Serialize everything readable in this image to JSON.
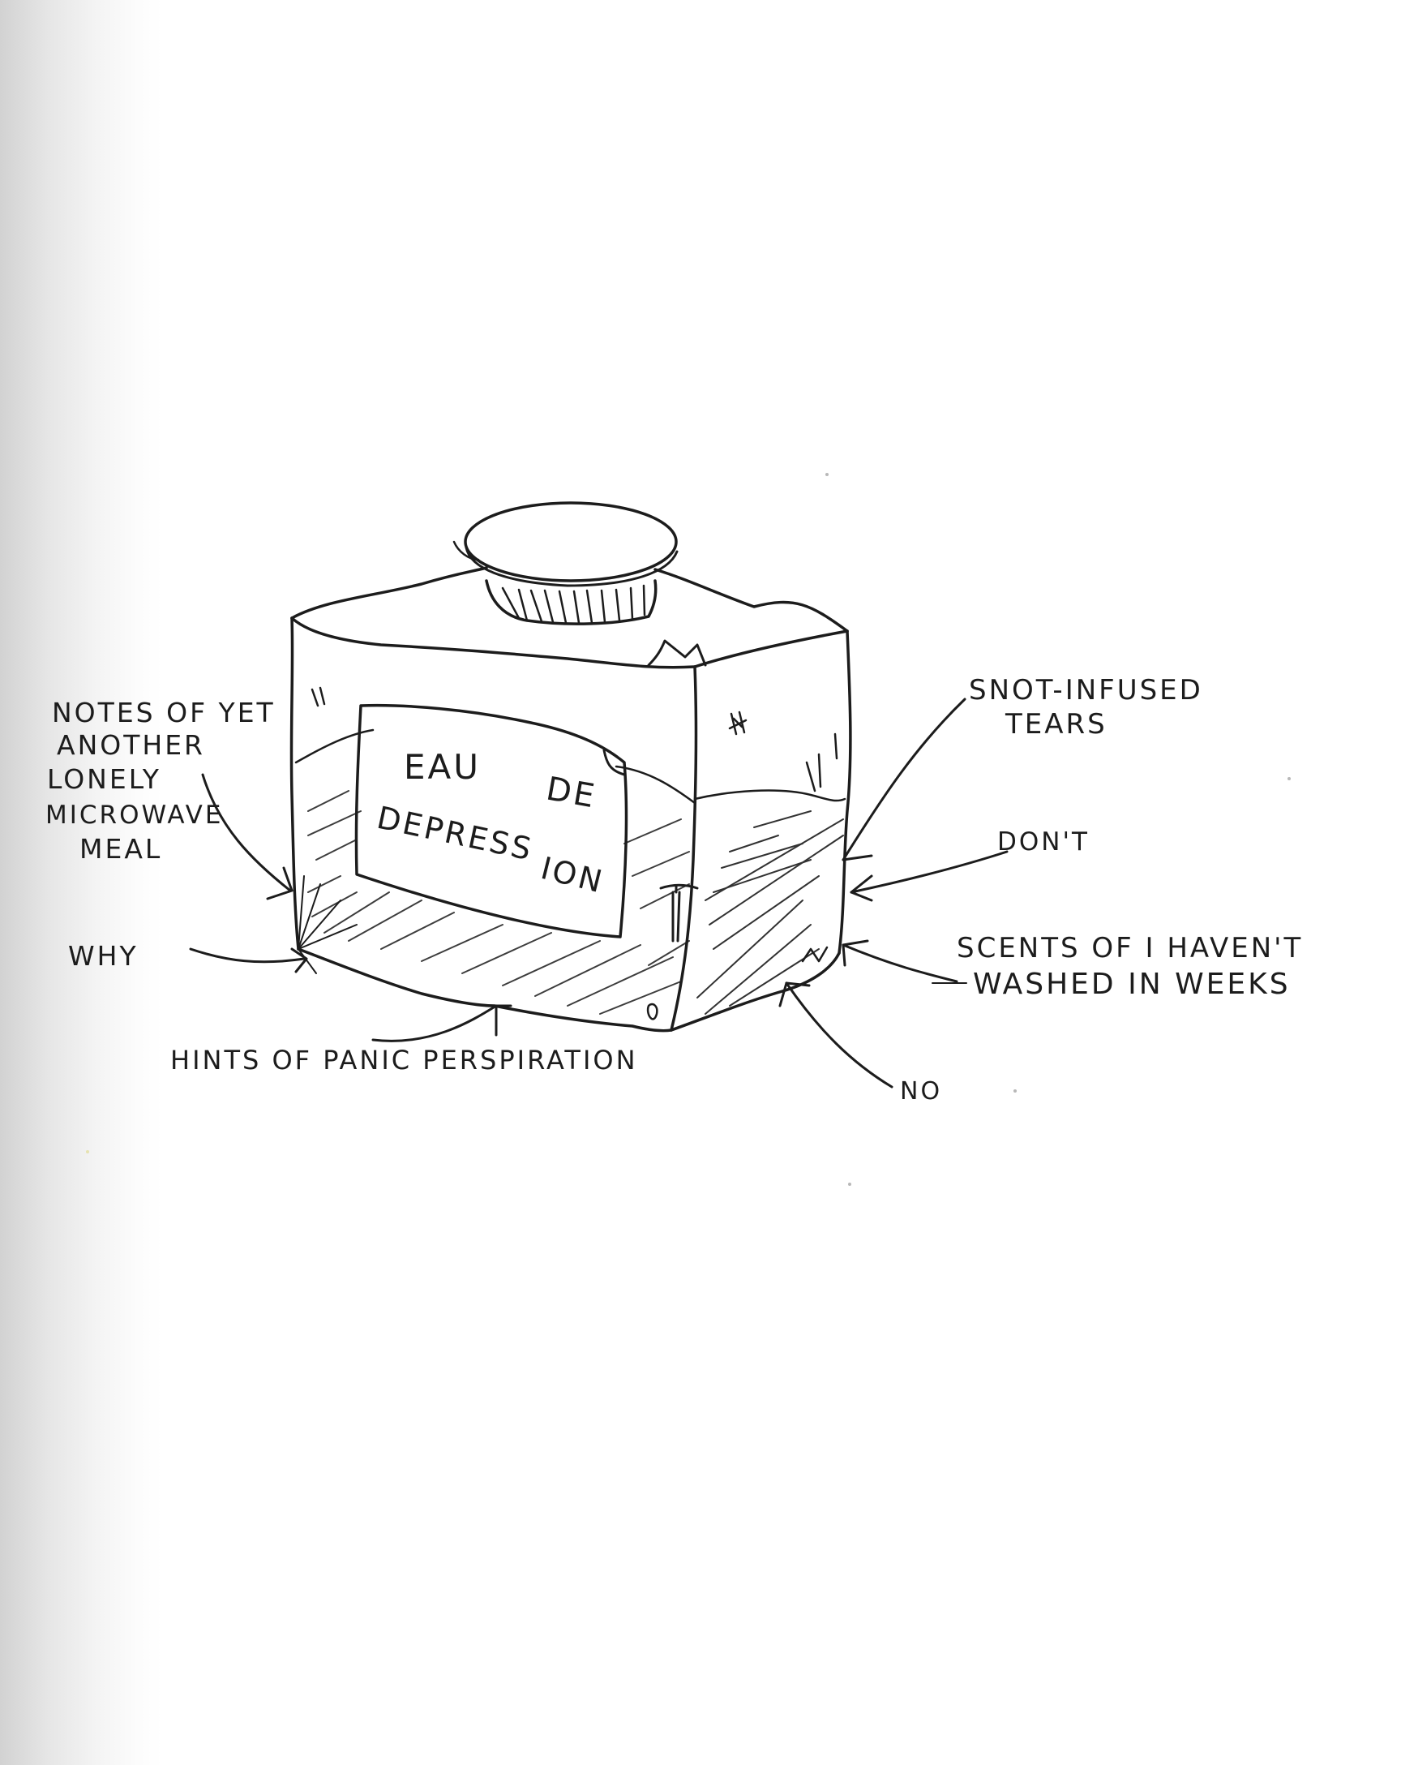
{
  "illustration": {
    "title": "Perfume bottle sketch",
    "bottle_label": {
      "line1": "EAU DE",
      "line2_a": "EAU",
      "line2_b": "DE",
      "line3": "DEPRESSION",
      "line3_a": "DEPRESS",
      "line3_b": "ION"
    },
    "annotations": {
      "notes": [
        "NOTES OF YET",
        "ANOTHER",
        "LONELY",
        "MICROWAVE",
        "MEAL"
      ],
      "why": "WHY",
      "hints": "HINTS OF PANIC PERSPIRATION",
      "snot": [
        "SNOT-INFUSED",
        "TEARS"
      ],
      "dont": "DON'T",
      "scents": [
        "SCENTS OF I HAVEN'T",
        "WASHED IN WEEKS"
      ],
      "no": "NO"
    },
    "colors": {
      "ink": "#1c1c1c",
      "paper": "#ffffff",
      "edge_shadow": "#d2d2d2"
    }
  }
}
